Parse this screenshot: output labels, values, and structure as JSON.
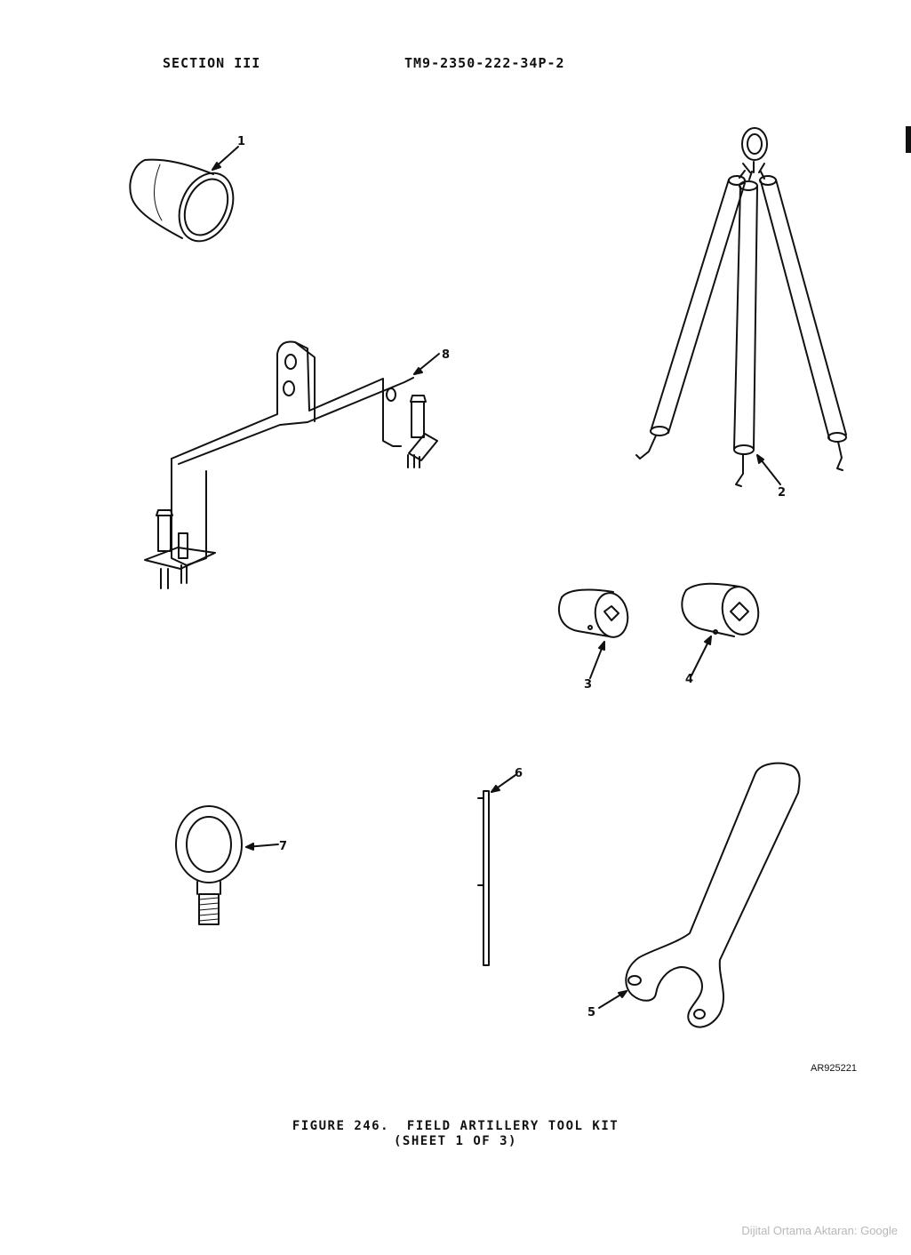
{
  "header": {
    "section": "SECTION III",
    "manual_number": "TM9-2350-222-34P-2"
  },
  "callouts": {
    "item1": "1",
    "item2": "2",
    "item3": "3",
    "item4": "4",
    "item5": "5",
    "item6": "6",
    "item7": "7",
    "item8": "8"
  },
  "artwork_ref": "AR925221",
  "caption": {
    "line1": "FIGURE 246.  FIELD ARTILLERY TOOL KIT",
    "line2": "(SHEET 1 OF 3)"
  },
  "footer": "Dijital Ortama Aktaran: Google",
  "colors": {
    "ink": "#111111",
    "footer": "#b8b8b8"
  }
}
